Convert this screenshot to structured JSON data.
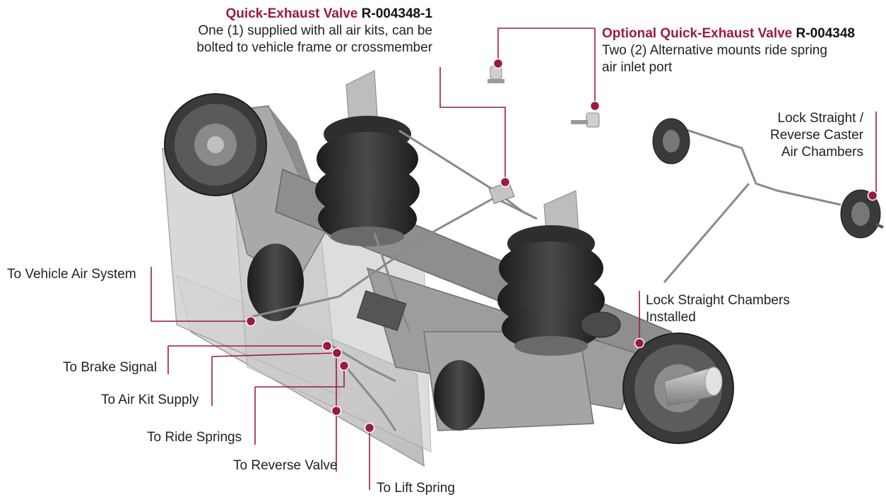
{
  "callouts": {
    "qev_main": {
      "title": "Quick-Exhaust Valve",
      "part": "R-004348-1",
      "line1": "One (1) supplied with all air kits, can be",
      "line2": "bolted to vehicle frame or crossmember"
    },
    "qev_optional": {
      "title": "Optional Quick-Exhaust Valve",
      "part": "R-004348",
      "line1": "Two (2) Alternative mounts ride spring",
      "line2": "air inlet port"
    },
    "caster_chambers": {
      "line1": "Lock Straight /",
      "line2": "Reverse Caster",
      "line3": "Air Chambers"
    },
    "lock_straight": {
      "line1": "Lock Straight Chambers",
      "line2": "Installed"
    },
    "vehicle_air": "To Vehicle Air System",
    "brake_signal": "To Brake Signal",
    "air_kit": "To Air Kit Supply",
    "ride_springs": "To Ride Springs",
    "reverse_valve": "To Reverse Valve",
    "lift_spring": "To Lift Spring"
  },
  "colors": {
    "accent": "#9b1b3f",
    "text": "#222222",
    "metal": "#8a8a8a",
    "rubber": "#2b2b2b"
  }
}
